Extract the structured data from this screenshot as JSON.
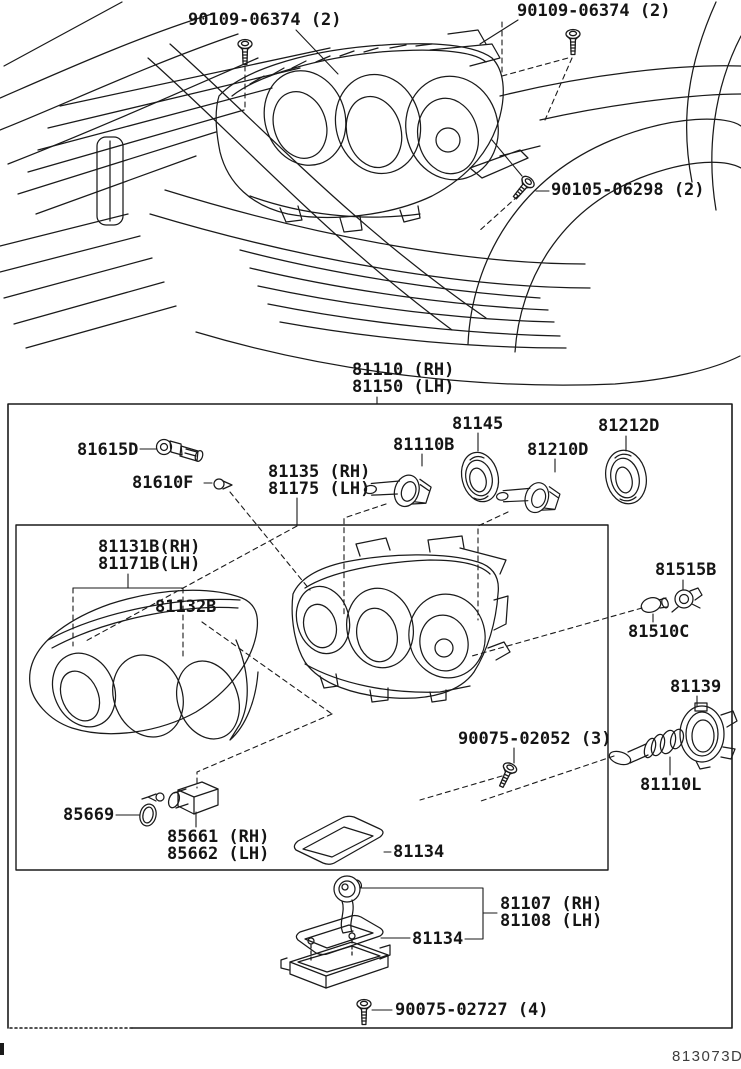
{
  "colors": {
    "line": "#1a1a1a",
    "background": "#ffffff",
    "text": "#151515"
  },
  "footer_code": "813073D",
  "labels": [
    {
      "text": "90109-06374 (2)"
    },
    {
      "text": "90109-06374 (2)"
    },
    {
      "text": "90105-06298 (2)"
    },
    {
      "text": "81110 (RH)"
    },
    {
      "text": "81150 (LH)"
    },
    {
      "text": "81615D"
    },
    {
      "text": "81610F"
    },
    {
      "text": "81135 (RH)"
    },
    {
      "text": "81175 (LH)"
    },
    {
      "text": "81110B"
    },
    {
      "text": "81145"
    },
    {
      "text": "81210D"
    },
    {
      "text": "81212D"
    },
    {
      "text": "81131B(RH)"
    },
    {
      "text": "81171B(LH)"
    },
    {
      "text": "81132B"
    },
    {
      "text": "81515B"
    },
    {
      "text": "81510C"
    },
    {
      "text": "81139"
    },
    {
      "text": "90075-02052 (3)"
    },
    {
      "text": "81110L"
    },
    {
      "text": "85669"
    },
    {
      "text": "85661 (RH)"
    },
    {
      "text": "85662 (LH)"
    },
    {
      "text": "81134"
    },
    {
      "text": "81107 (RH)"
    },
    {
      "text": "81108 (LH)"
    },
    {
      "text": "81134"
    },
    {
      "text": "90075-02727 (4)"
    }
  ]
}
